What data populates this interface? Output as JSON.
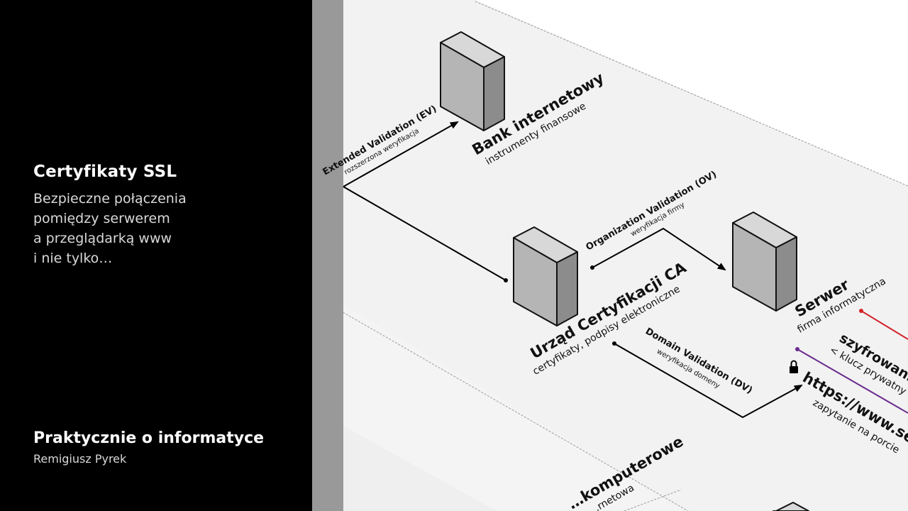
{
  "sidebar": {
    "title": "Certyfikaty SSL",
    "subtitle_lines": [
      "Bezpieczne połączenia",
      "pomiędzy serwerem",
      "a przeglądarką www",
      "i nie tylko…"
    ],
    "brand": "Praktycznie o informatyce",
    "author": "Remigiusz Pyrek"
  },
  "diagram": {
    "nodes": {
      "bank": {
        "name": "Bank internetowy",
        "desc": "instrumenty finansowe"
      },
      "ca": {
        "name": "Urząd Certyfikacji CA",
        "desc": "certyfikaty, podpisy elektroniczne"
      },
      "server": {
        "name": "Serwer",
        "desc": "firma informatyczna"
      },
      "bottom": {
        "name": "…komputerowe",
        "desc": "…rnetowa"
      }
    },
    "edges": {
      "ev": {
        "name": "Extended Validation (EV)",
        "desc": "rozszerzona weryfikacja"
      },
      "ov": {
        "name": "Organization Validation (OV)",
        "desc": "weryfikacja firmy"
      },
      "dv": {
        "name": "Domain Validation (DV)",
        "desc": "weryfikacja domeny"
      }
    },
    "encryption": {
      "name": "szyfrowanie",
      "desc": "< klucz prywatny"
    },
    "https": {
      "url": "https://www.serv",
      "desc": "zapytanie na porcie"
    },
    "colors": {
      "red_line": "#d2232a",
      "purple_line": "#6a2c8e",
      "plane": "#f2f2f2",
      "rail": "#999999"
    }
  }
}
